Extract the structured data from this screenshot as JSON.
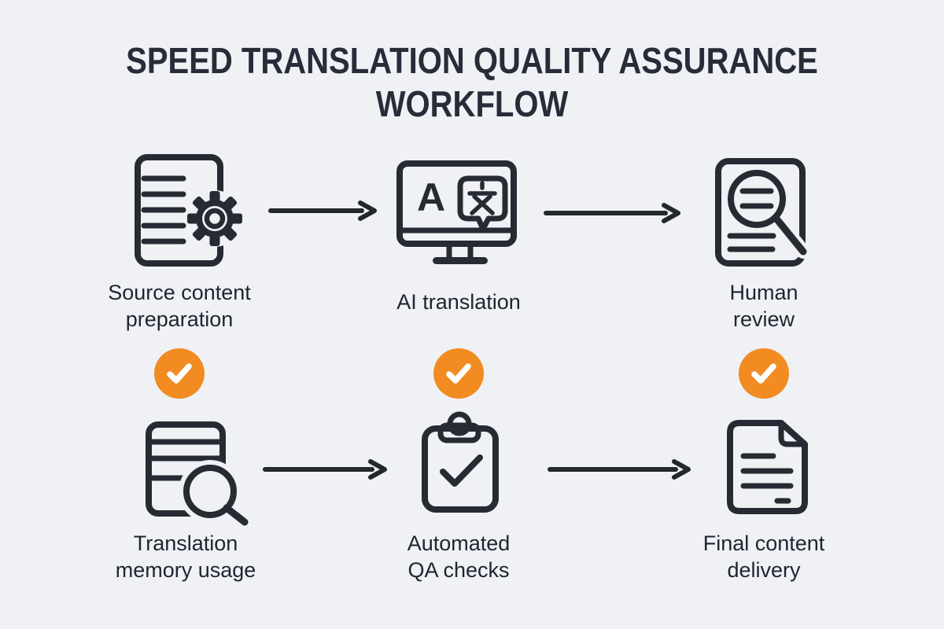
{
  "title": "SPEED TRANSLATION QUALITY ASSURANCE WORKFLOW",
  "colors": {
    "background": "#eff1f5",
    "icon_stroke": "#262b33",
    "label_text": "#1f2430",
    "badge_orange": "#f28b21",
    "badge_check": "#ffffff"
  },
  "icons": {
    "monitor_letter": "A"
  },
  "check_badges": [
    "check",
    "check",
    "check"
  ],
  "steps": [
    {
      "label": "Source content\npreparation",
      "icon": "document-gear-icon"
    },
    {
      "label": "AI translation",
      "icon": "translation-monitor-icon"
    },
    {
      "label": "Human\nreview",
      "icon": "document-magnifier-icon"
    },
    {
      "label": "Translation\nmemory usage",
      "icon": "translation-memory-icon"
    },
    {
      "label": "Automated\nQA checks",
      "icon": "clipboard-check-icon"
    },
    {
      "label": "Final content\ndelivery",
      "icon": "document-delivery-icon"
    }
  ]
}
